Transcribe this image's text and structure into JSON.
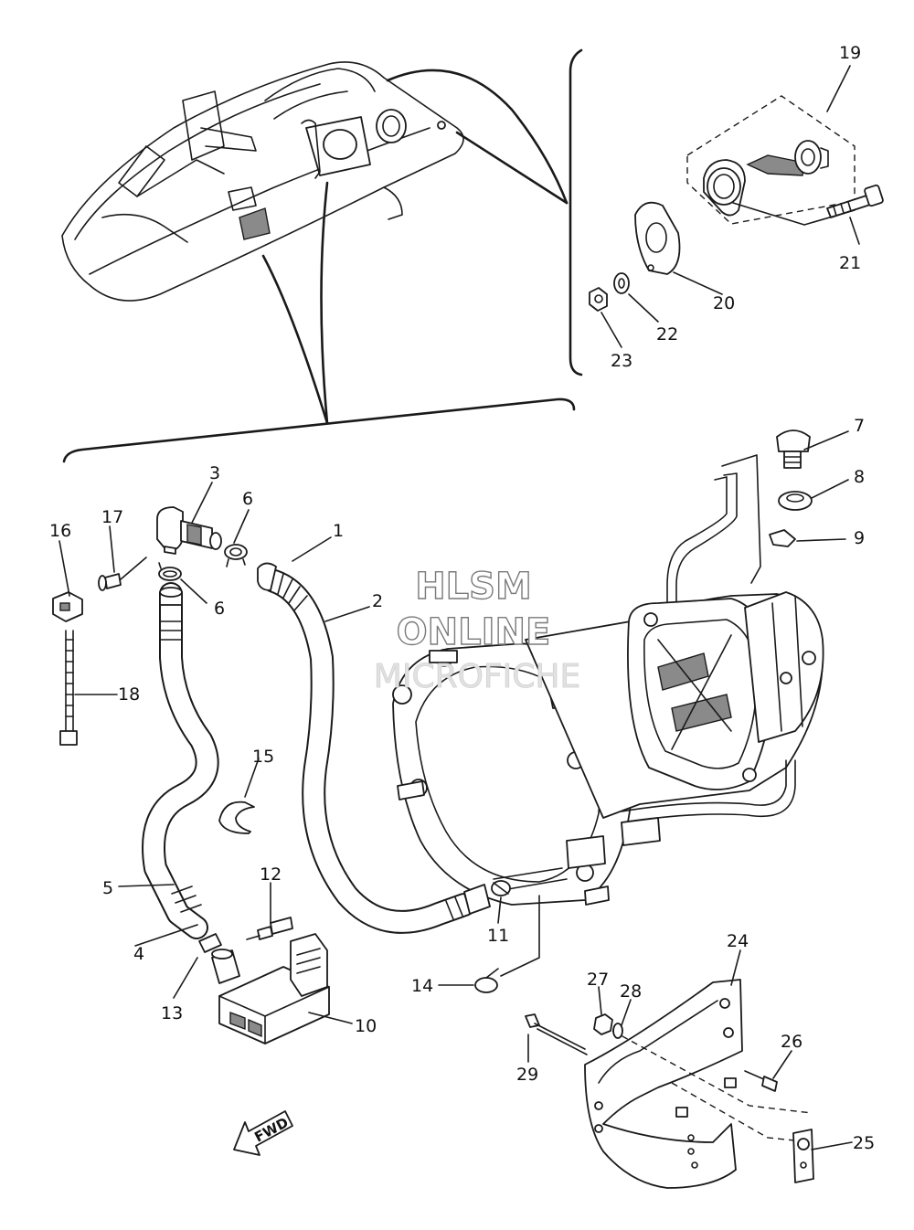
{
  "watermark": {
    "line1": "HLSM",
    "line2": "ONLINE",
    "line3": "MICROFICHE"
  },
  "direction_arrow": {
    "label": "FWD"
  },
  "callouts": [
    {
      "number": "1"
    },
    {
      "number": "2"
    },
    {
      "number": "3"
    },
    {
      "number": "4"
    },
    {
      "number": "5"
    },
    {
      "number": "6"
    },
    {
      "number": "6"
    },
    {
      "number": "7"
    },
    {
      "number": "8"
    },
    {
      "number": "9"
    },
    {
      "number": "10"
    },
    {
      "number": "11"
    },
    {
      "number": "12"
    },
    {
      "number": "13"
    },
    {
      "number": "14"
    },
    {
      "number": "15"
    },
    {
      "number": "16"
    },
    {
      "number": "17"
    },
    {
      "number": "18"
    },
    {
      "number": "19"
    },
    {
      "number": "20"
    },
    {
      "number": "21"
    },
    {
      "number": "22"
    },
    {
      "number": "23"
    },
    {
      "number": "24"
    },
    {
      "number": "25"
    },
    {
      "number": "26"
    },
    {
      "number": "27"
    },
    {
      "number": "28"
    },
    {
      "number": "29"
    }
  ],
  "colors": {
    "line": "#1a1a1a",
    "background": "#ffffff",
    "watermark_outline": "#7a7a7a"
  }
}
